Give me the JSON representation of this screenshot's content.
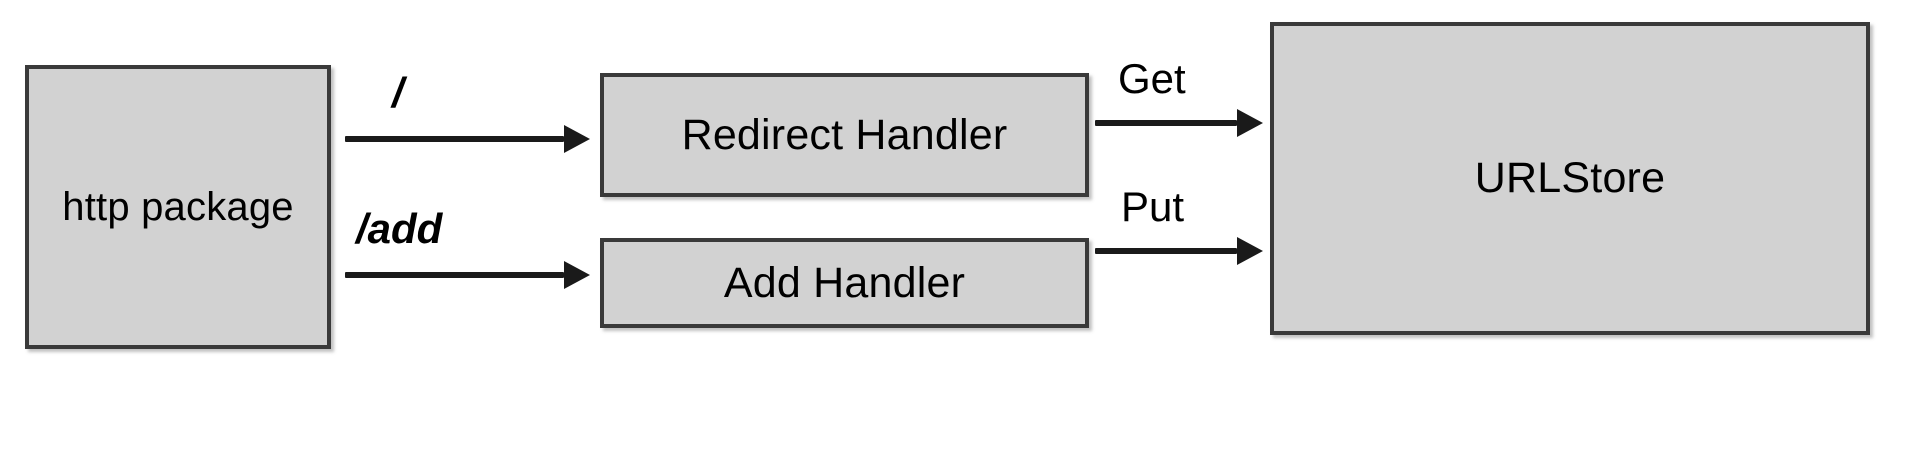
{
  "diagram": {
    "type": "flow-diagram",
    "title": "",
    "background_color": "#ffffff",
    "node_fill_color": "#d2d2d2",
    "node_border_color": "#3a3a3a",
    "arrow_color": "#1a1a1a",
    "nodes": [
      {
        "id": "http-package",
        "label": "http package"
      },
      {
        "id": "redirect-handler",
        "label": "Redirect Handler"
      },
      {
        "id": "add-handler",
        "label": "Add Handler"
      },
      {
        "id": "urlstore",
        "label": "URLStore"
      }
    ],
    "edges": [
      {
        "id": "root",
        "label": "/",
        "from": "http-package",
        "to": "redirect-handler",
        "style": "italic"
      },
      {
        "id": "add",
        "label": "/add",
        "from": "http-package",
        "to": "add-handler",
        "style": "italic"
      },
      {
        "id": "get",
        "label": "Get",
        "from": "redirect-handler",
        "to": "urlstore",
        "style": "plain"
      },
      {
        "id": "put",
        "label": "Put",
        "from": "add-handler",
        "to": "urlstore",
        "style": "plain"
      }
    ]
  }
}
